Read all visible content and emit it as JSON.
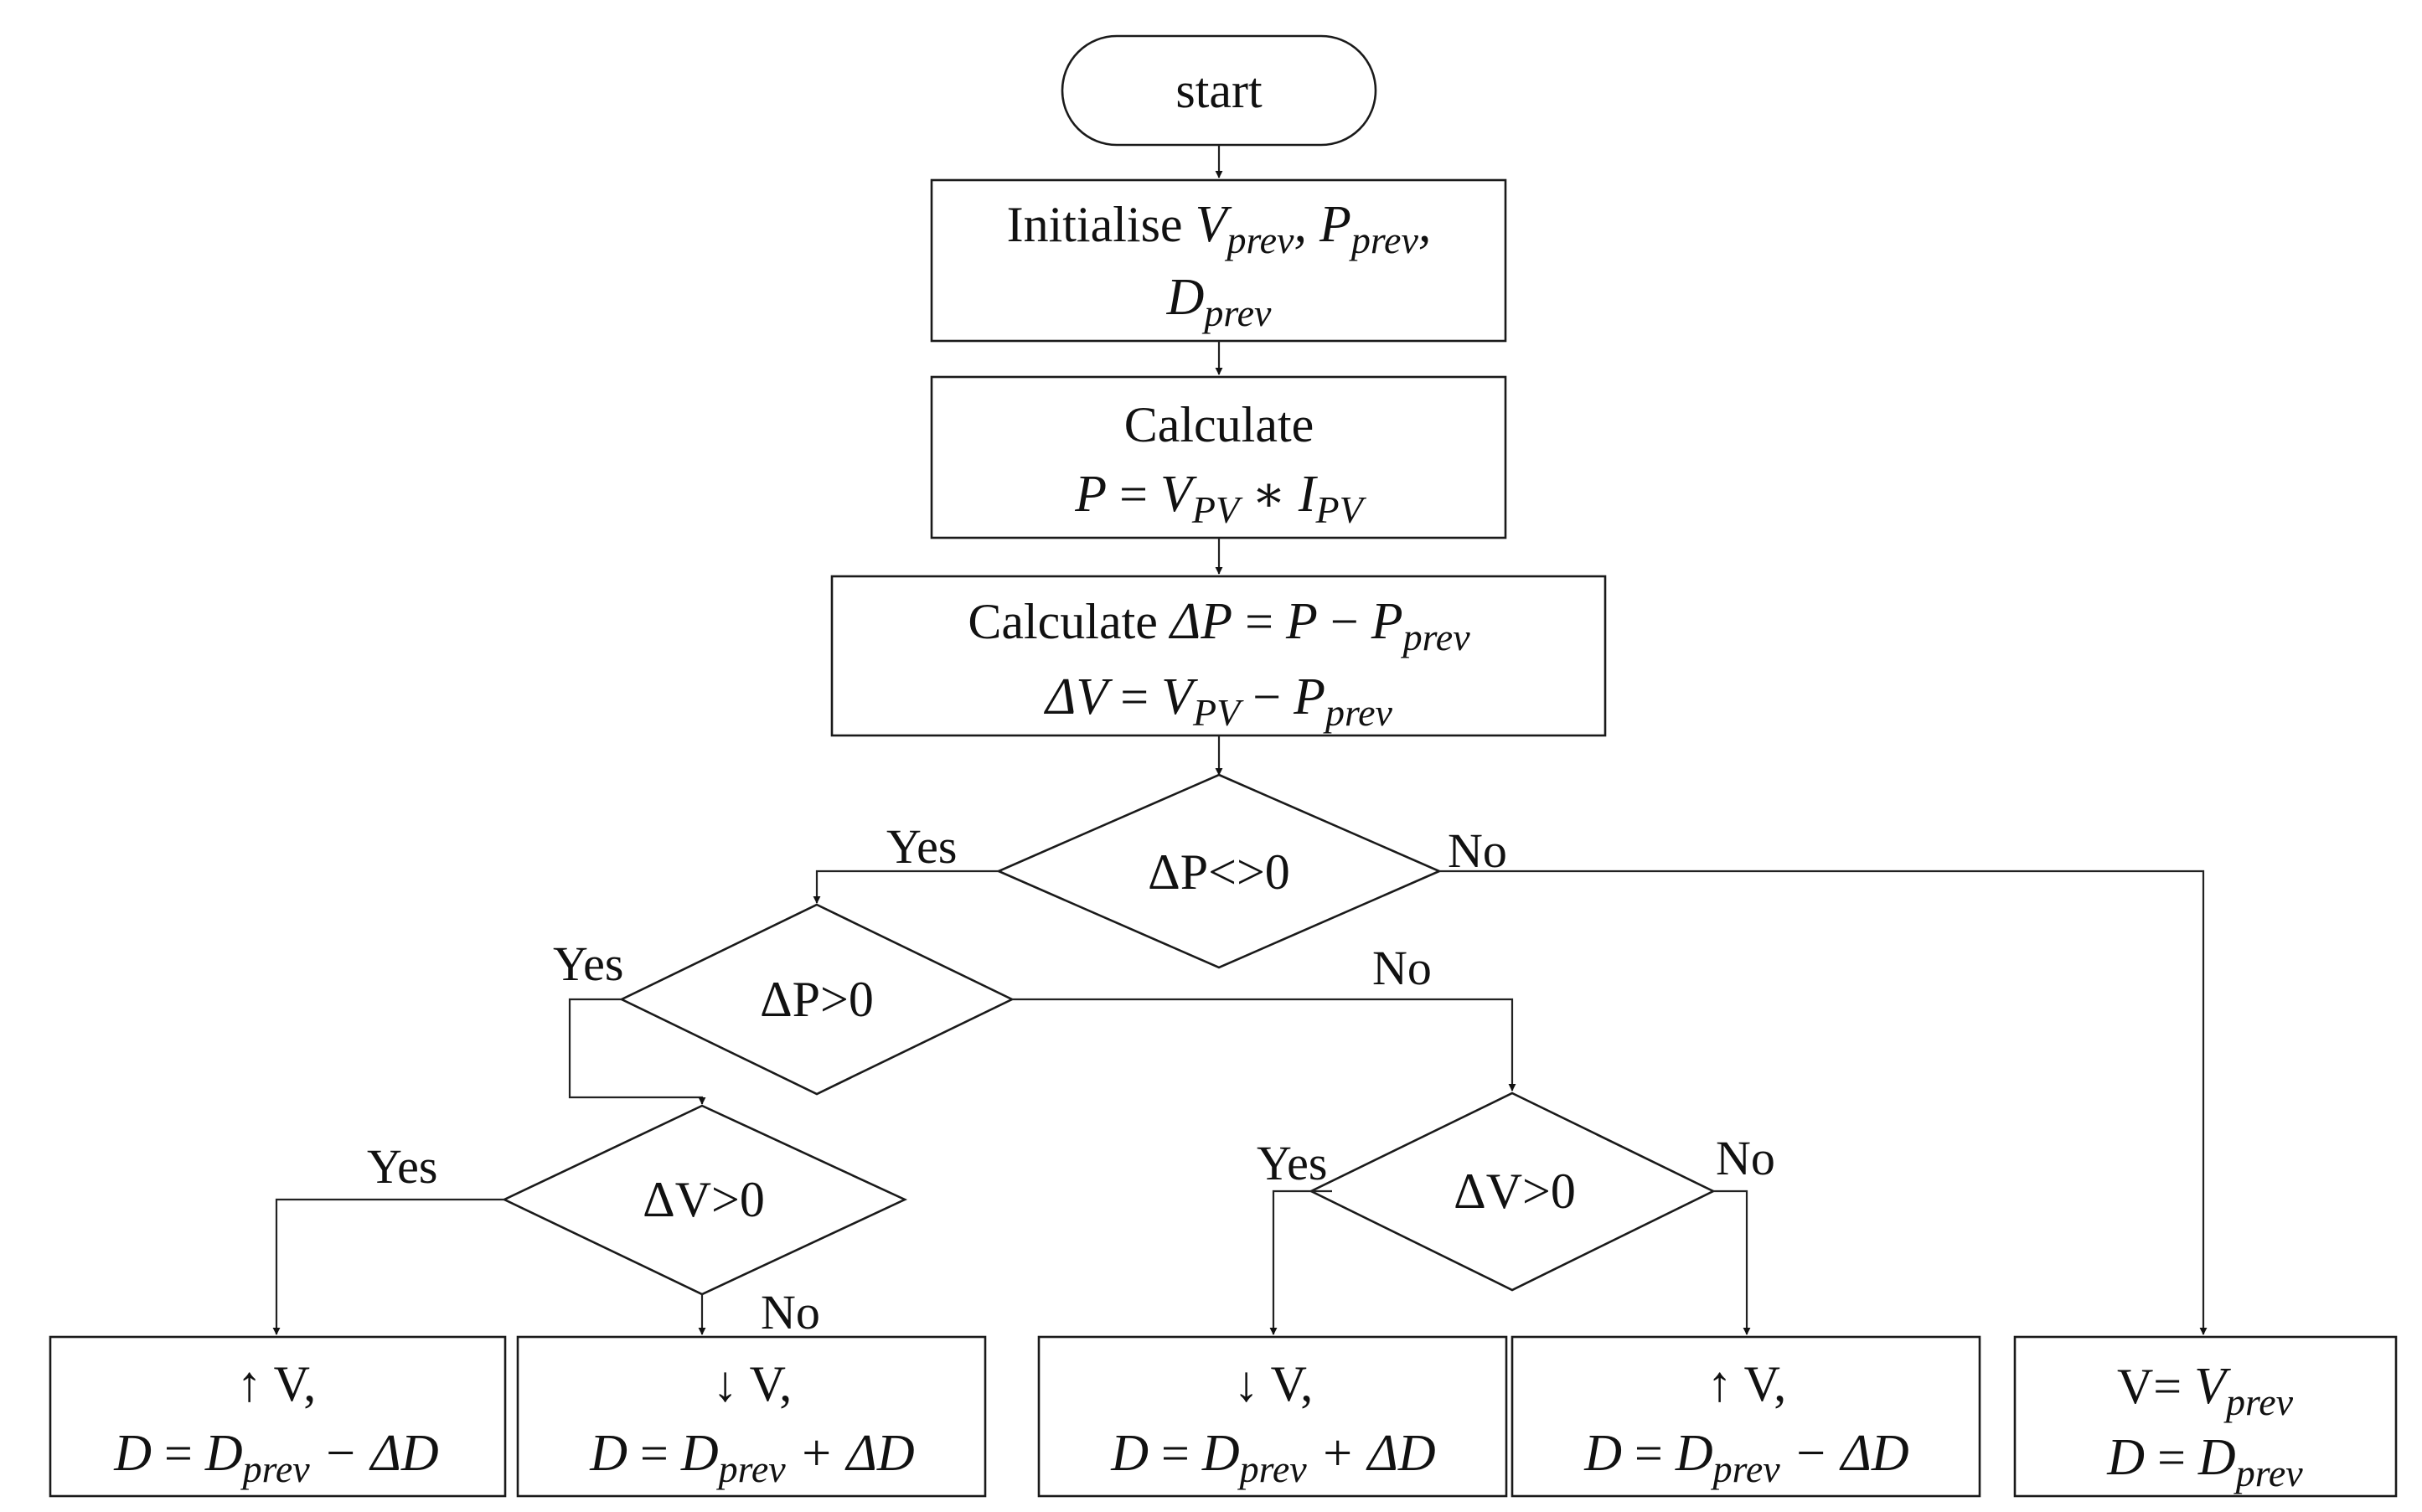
{
  "start": "start",
  "init": {
    "prefix": "Initialise",
    "var_v": "V",
    "var_p": "P",
    "var_d": "D",
    "sub_prev": "prev",
    "comma": ","
  },
  "calc_power": {
    "line1": "Calculate",
    "lhs": "P",
    "eq": " = ",
    "v": "V",
    "v_sub": "PV",
    "times": " ∗ ",
    "i": "I",
    "i_sub": "PV"
  },
  "calc_delta": {
    "prefix": "Calculate ",
    "dp": "ΔP",
    "eq": " = ",
    "p": "P",
    "minus": " − ",
    "pprev": "P",
    "prev_sub": "prev",
    "dv": "ΔV",
    "vpv": "V",
    "pv_sub": "PV"
  },
  "decisions": {
    "dp_neq": "ΔP<>0",
    "dp_pos": "ΔP>0",
    "dv_pos_left": "ΔV>0",
    "dv_pos_right": "ΔV>0"
  },
  "labels": {
    "yes": "Yes",
    "no": "No"
  },
  "outcomes": {
    "inc_v": "↑ V,",
    "dec_v": "↓ V,",
    "d": "D",
    "eq": " = ",
    "prev_sub": "prev",
    "minus_dd": " − ΔD",
    "plus_dd": " + ΔD",
    "v_eq": "V= ",
    "v": "V"
  }
}
